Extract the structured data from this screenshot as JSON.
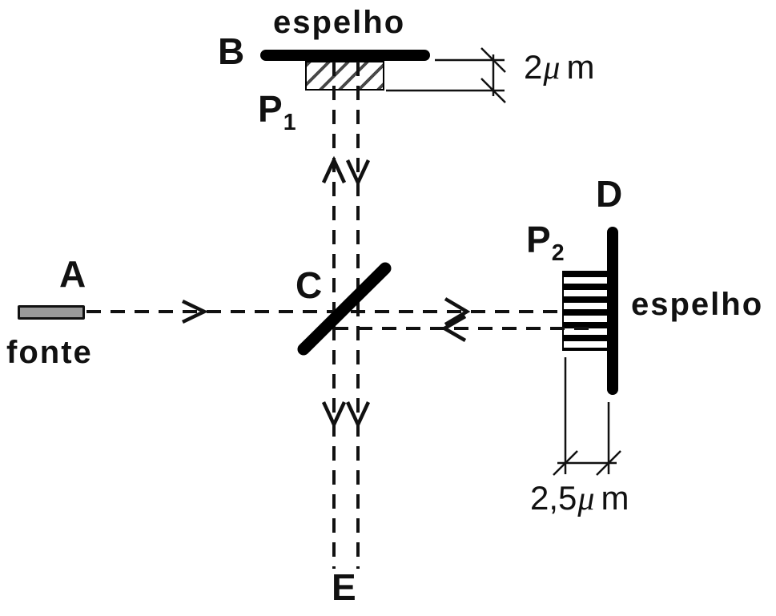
{
  "diagram": {
    "title_hint": "Michelson interferometer schematic",
    "labels": {
      "mirror_top": "espelho",
      "mirror_right": "espelho",
      "source": "fonte",
      "point_a": "A",
      "point_b": "B",
      "point_c": "C",
      "point_d": "D",
      "point_e": "E",
      "plate1": {
        "base": "P",
        "sub": "1"
      },
      "plate2": {
        "base": "P",
        "sub": "2"
      },
      "dim_top": {
        "value": "2",
        "mu": "μ",
        "unit": "m"
      },
      "dim_right": {
        "value": "2,5",
        "mu": "μ",
        "unit": "m"
      }
    },
    "colors": {
      "background": "#ffffff",
      "ink": "#111111",
      "mirror": "#000000",
      "source_fill": "#9a9a9a"
    }
  }
}
